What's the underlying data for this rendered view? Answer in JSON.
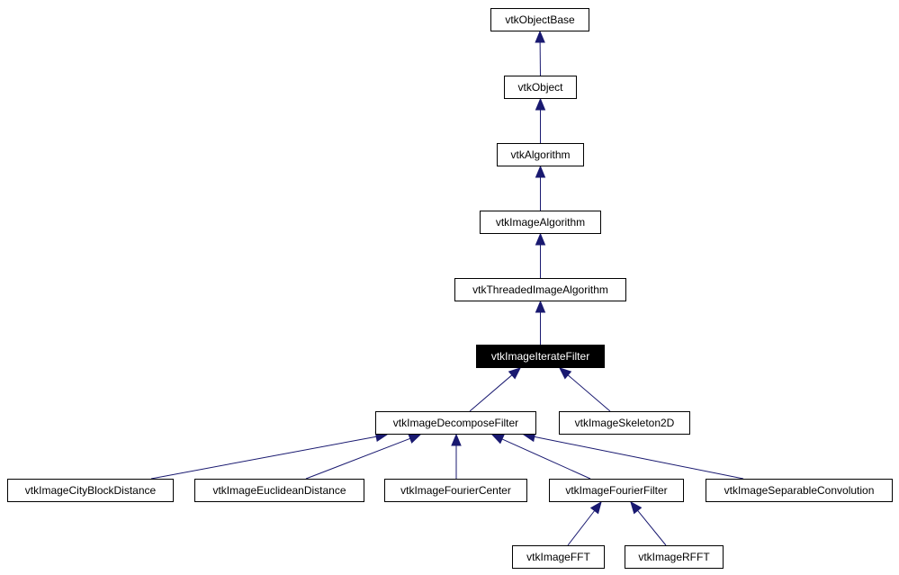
{
  "colors": {
    "edge": "#191970",
    "node_border": "#000000",
    "current_bg": "#000000",
    "current_text": "#ffffff"
  },
  "nodes": {
    "vtkObjectBase": {
      "label": "vtkObjectBase"
    },
    "vtkObject": {
      "label": "vtkObject"
    },
    "vtkAlgorithm": {
      "label": "vtkAlgorithm"
    },
    "vtkImageAlgorithm": {
      "label": "vtkImageAlgorithm"
    },
    "vtkThreadedImageAlgorithm": {
      "label": "vtkThreadedImageAlgorithm"
    },
    "vtkImageIterateFilter": {
      "label": "vtkImageIterateFilter",
      "current": true
    },
    "vtkImageDecomposeFilter": {
      "label": "vtkImageDecomposeFilter"
    },
    "vtkImageSkeleton2D": {
      "label": "vtkImageSkeleton2D"
    },
    "vtkImageCityBlockDistance": {
      "label": "vtkImageCityBlockDistance"
    },
    "vtkImageEuclideanDistance": {
      "label": "vtkImageEuclideanDistance"
    },
    "vtkImageFourierCenter": {
      "label": "vtkImageFourierCenter"
    },
    "vtkImageFourierFilter": {
      "label": "vtkImageFourierFilter"
    },
    "vtkImageSeparableConvolution": {
      "label": "vtkImageSeparableConvolution"
    },
    "vtkImageFFT": {
      "label": "vtkImageFFT"
    },
    "vtkImageRFFT": {
      "label": "vtkImageRFFT"
    }
  },
  "inheritance": [
    {
      "child": "vtkObject",
      "parent": "vtkObjectBase"
    },
    {
      "child": "vtkAlgorithm",
      "parent": "vtkObject"
    },
    {
      "child": "vtkImageAlgorithm",
      "parent": "vtkAlgorithm"
    },
    {
      "child": "vtkThreadedImageAlgorithm",
      "parent": "vtkImageAlgorithm"
    },
    {
      "child": "vtkImageIterateFilter",
      "parent": "vtkThreadedImageAlgorithm"
    },
    {
      "child": "vtkImageDecomposeFilter",
      "parent": "vtkImageIterateFilter"
    },
    {
      "child": "vtkImageSkeleton2D",
      "parent": "vtkImageIterateFilter"
    },
    {
      "child": "vtkImageCityBlockDistance",
      "parent": "vtkImageDecomposeFilter"
    },
    {
      "child": "vtkImageEuclideanDistance",
      "parent": "vtkImageDecomposeFilter"
    },
    {
      "child": "vtkImageFourierCenter",
      "parent": "vtkImageDecomposeFilter"
    },
    {
      "child": "vtkImageFourierFilter",
      "parent": "vtkImageDecomposeFilter"
    },
    {
      "child": "vtkImageSeparableConvolution",
      "parent": "vtkImageDecomposeFilter"
    },
    {
      "child": "vtkImageFFT",
      "parent": "vtkImageFourierFilter"
    },
    {
      "child": "vtkImageRFFT",
      "parent": "vtkImageFourierFilter"
    }
  ]
}
